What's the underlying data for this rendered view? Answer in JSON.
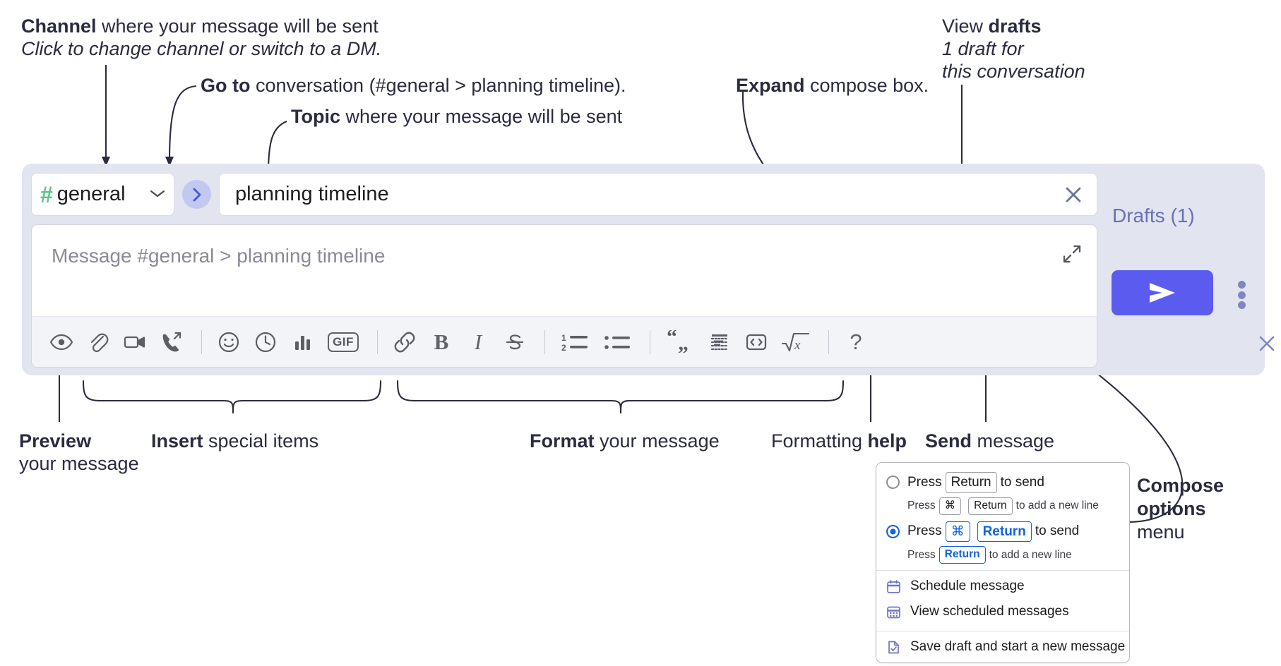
{
  "annotations": {
    "channel": {
      "bold": "Channel",
      "rest": " where your message will be sent",
      "italic": "Click to change channel or switch to a DM."
    },
    "goto": {
      "bold": "Go to",
      "rest": " conversation (#general > planning timeline)."
    },
    "topic": {
      "bold": "Topic",
      "rest": " where your message will be sent"
    },
    "expand": {
      "bold": "Expand",
      "rest": " compose box."
    },
    "drafts": {
      "prefix": "View ",
      "bold": "drafts",
      "italic_line1": "1 draft for",
      "italic_line2": "this conversation"
    },
    "preview": {
      "bold": "Preview",
      "line2": "your message"
    },
    "insert": {
      "bold": "Insert",
      "rest": " special items"
    },
    "format": {
      "bold": "Format",
      "rest": " your message"
    },
    "help": {
      "prefix": "Formatting ",
      "bold": "help"
    },
    "send": {
      "bold": "Send",
      "rest": " message"
    },
    "compose_options": {
      "bold_line1": "Compose",
      "bold_line2": "options",
      "line3": "menu"
    }
  },
  "compose": {
    "channel_name": "general",
    "hash_symbol": "#",
    "topic_value": "planning timeline",
    "message_placeholder": "Message #general > planning timeline",
    "drafts_label": "Drafts (1)",
    "toolbar_icons": [
      "eye-icon",
      "paperclip-icon",
      "video-camera-icon",
      "phone-forward-icon",
      "separator",
      "emoji-icon",
      "clock-icon",
      "bar-chart-icon",
      "gif-icon",
      "separator",
      "link-icon",
      "bold-icon",
      "italic-icon",
      "strikethrough-icon",
      "separator",
      "ordered-list-icon",
      "bulleted-list-icon",
      "separator",
      "blockquote-icon",
      "code-block-icon",
      "inline-code-icon",
      "math-icon",
      "separator",
      "help-icon"
    ],
    "gif_label": "GIF",
    "bold_label": "B",
    "italic_label": "I",
    "help_label": "?",
    "ordered_list_1": "1",
    "ordered_list_2": "2"
  },
  "options_menu": {
    "radio_options": [
      {
        "selected": false,
        "main_parts": [
          "Press ",
          "Return",
          " to send"
        ],
        "main_key": "Return",
        "sub_prefix": "Press ",
        "sub_key1": "⌘",
        "sub_key2": "Return",
        "sub_suffix": " to add a new line"
      },
      {
        "selected": true,
        "main_prefix": "Press ",
        "main_key1": "⌘",
        "main_key2": "Return",
        "main_suffix": " to send",
        "sub_prefix": "Press ",
        "sub_key1": "Return",
        "sub_suffix": " to add a new line"
      }
    ],
    "items": [
      {
        "icon": "calendar-icon",
        "label": "Schedule message"
      },
      {
        "icon": "calendar-grid-icon",
        "label": "View scheduled messages"
      },
      {
        "icon": "save-draft-icon",
        "label": "Save draft and start a new message"
      }
    ]
  },
  "colors": {
    "panel_bg": "#e2e4f0",
    "accent_send": "#5b5bf0",
    "hash_green": "#5bc48a",
    "drafts_purple": "#6a6fbd",
    "radio_blue": "#1264e0",
    "menu_icon_purple": "#6f72c9",
    "text_dark": "#2b2b40"
  }
}
